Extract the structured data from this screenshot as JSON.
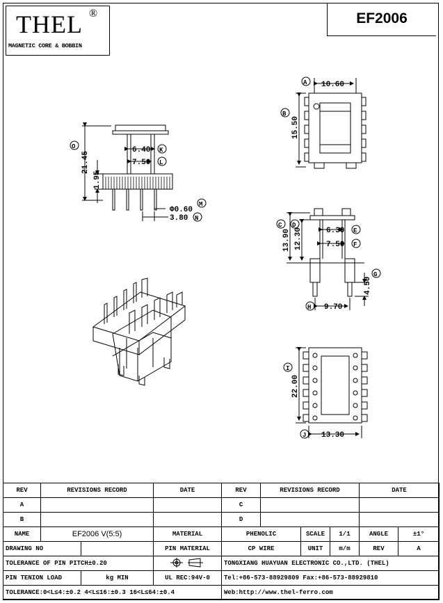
{
  "logo": {
    "brand": "THEL",
    "registered": "®",
    "subtitle": "MAGNETIC CORE & BOBBIN"
  },
  "model": "EF2006",
  "dims": {
    "A": {
      "letter": "A",
      "value": "10.60"
    },
    "B": {
      "letter": "B",
      "value": "15.50"
    },
    "C": {
      "letter": "C",
      "value": "13.90"
    },
    "D": {
      "letter": "D",
      "value": "12.30"
    },
    "E": {
      "letter": "E",
      "value": "6.30"
    },
    "F": {
      "letter": "F",
      "value": "7.50"
    },
    "G": {
      "letter": "G",
      "value": "4.50"
    },
    "H": {
      "letter": "H",
      "value": "9.70"
    },
    "I": {
      "letter": "I",
      "value": "22.00"
    },
    "J": {
      "letter": "J",
      "value": "13.30"
    },
    "K": {
      "letter": "K",
      "value": "6.40"
    },
    "L": {
      "letter": "L",
      "value": "7.50"
    },
    "M": {
      "letter": "M",
      "value": "Φ0.60"
    },
    "N": {
      "letter": "N",
      "value": "3.80"
    },
    "O": {
      "letter": "O",
      "value": "21.45"
    },
    "P": {
      "value": "1.95"
    }
  },
  "table": {
    "rev_header": "REV",
    "revisions_header": "REVISIONS RECORD",
    "date_header": "DATE",
    "rev_a": "A",
    "rev_b": "B",
    "rev_c": "C",
    "rev_d": "D",
    "name_label": "NAME",
    "name_value": "EF2006 V(5:5)",
    "material_label": "MATERIAL",
    "material_value": "PHENOLIC",
    "scale_label": "SCALE",
    "scale_value": "1/1",
    "angle_label": "ANGLE",
    "angle_value": "±1°",
    "drawing_no_label": "DRAWING NO",
    "pin_material_label": "PIN MATERIAL",
    "pin_material_value": "CP WIRE",
    "unit_label": "UNIT",
    "unit_value": "m/m",
    "rev_label": "REV",
    "rev_value": "A",
    "tolerance_pitch": "TOLERANCE OF PIN PITCH±0.20",
    "company": "TONGXIANG HUAYUAN ELECTRONIC CO.,LTD. (THEL)",
    "pin_tension_label": "PIN TENION LOAD",
    "pin_tension_unit": "kg MIN",
    "ul_rec": "UL REC:94V-0",
    "contact": "Tel:+86-573-88929809 Fax:+86-573-88929810",
    "tolerance_ranges": "TOLERANCE:0<L≤4:±0.2  4<L≤16:±0.3  16<L≤64:±0.4",
    "web": "Web:http://www.thel-ferro.com"
  }
}
